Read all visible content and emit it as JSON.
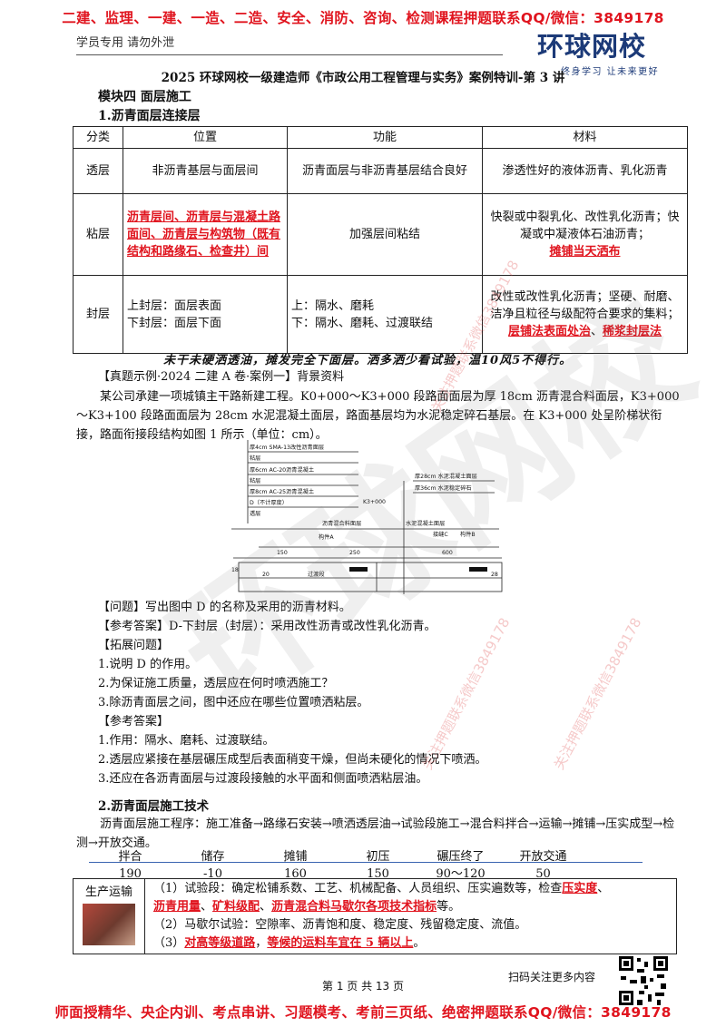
{
  "header": {
    "top_banner": "二建、监理、一建、一造、二造、安全、消防、咨询、检测课程押题联系QQ/微信：3849178",
    "student_note": "学员专用 请勿外泄",
    "logo_main": "环球网校",
    "logo_sub": "终身学习 让未来更好"
  },
  "doc_title": "2025 环球网校一级建造师《市政公用工程管理与实务》案例特训-第 3 讲",
  "module_title": "模块四 面层施工",
  "section1_title": "1.沥青面层连接层",
  "table": {
    "headers": [
      "分类",
      "位置",
      "功能",
      "材料"
    ],
    "row1": {
      "type": "透层",
      "position": "非沥青基层与面层间",
      "function": "沥青面层与非沥青基层结合良好",
      "material": "渗透性好的液体沥青、乳化沥青"
    },
    "row2": {
      "type": "粘层",
      "position": "沥青层间、沥青层与混凝土路面间、沥青层与构筑物（既有结构和路缘石、检查井）间",
      "function": "加强层间粘结",
      "material_a": "快裂或中裂乳化、改性乳化沥青；快凝或中凝液体石油沥青；",
      "material_b": "摊铺当天洒布"
    },
    "row3": {
      "type": "封层",
      "position_a": "上封层：面层表面",
      "position_b": "下封层：面层下面",
      "function_a": "上：隔水、磨耗",
      "function_b": "下：隔水、磨耗、过渡联结",
      "material_a": "改性或改性乳化沥青；坚硬、耐磨、洁净且粒径与级配符合要求的集料；",
      "material_b": "层铺法表面处治",
      "material_sep": "、",
      "material_c": "稀浆封层法"
    }
  },
  "handwritten_note": "未干未硬洒透油，摊发完全下面层。洒多洒少看试验，温10风5不得行。",
  "example": {
    "label": "【真题示例·2024 二建 A 卷·案例一】背景资料",
    "para1": "某公司承建一项城镇主干路新建工程。K0+000～K3+000 段路面面层为厚 18cm 沥青混合料面层，K3+000～K3+100 段路面面层为 28cm 水泥混凝土面层，路面基层均为水泥稳定碎石基层。在 K3+000 处呈阶梯状衔接，路面衔接段结构如图 1 所示（单位：cm）。"
  },
  "figure": {
    "layers_left": [
      "厚4cm SMA-13改性沥青面层",
      "粘层",
      "厚6cm AC-20沥青混凝土",
      "粘层",
      "厚8cm AC-25沥青混凝土",
      "D（不计厚度）",
      "透层"
    ],
    "layers_right": [
      "厚28cm 水泥混凝土面层",
      "厚36cm 水泥稳定碎石"
    ],
    "station": "K3+000",
    "label_asphalt": "沥青混合料面层",
    "label_concrete": "水泥混凝土面层",
    "comp_a": "构件A",
    "comp_b": "构件B",
    "joint_c": "接缝C",
    "dim_150": "150",
    "dim_250": "250",
    "dim_600": "600",
    "dim_18": "18",
    "dim_28": "28",
    "dim_20": "20",
    "transition": "过渡段"
  },
  "qa": {
    "question": "【问题】写出图中 D 的名称及采用的沥青材料。",
    "answer": "【参考答案】D-下封层（封层）：采用改性沥青或改性乳化沥青。",
    "ext_label": "【拓展问题】",
    "ext1": "1.说明 D 的作用。",
    "ext2": "2.为保证施工质量，透层应在何时喷洒施工？",
    "ext3": "3.除沥青面层之间，图中还应在哪些位置喷洒粘层。",
    "ans_label": "【参考答案】",
    "ans1": "1.作用：隔水、磨耗、过渡联结。",
    "ans2": "2.透层应紧接在基层碾压成型后表面稍变干燥，但尚未硬化的情况下喷洒。",
    "ans3": "3.还应在各沥青面层与过渡段接触的水平面和侧面喷洒粘层油。"
  },
  "section2": {
    "title": "2.沥青面层施工技术",
    "process": "沥青面层施工程序：施工准备→路缘石安装→喷洒透层油→试验段施工→混合料拌合→运输→摊铺→压实成型→检测→开放交通。",
    "stages": [
      "拌合",
      "储存",
      "摊铺",
      "初压",
      "碾压终了",
      "开放交通"
    ],
    "temps": [
      "190",
      "-10",
      "160",
      "150",
      "90～120",
      "50"
    ]
  },
  "box": {
    "label": "生产运输",
    "l1_a": "（1）试验段：确定松铺系数、工艺、机械配备、人员组织、压实遍数等，检查",
    "l1_b": "压实度",
    "l1_sep": "、",
    "l2_a": "沥青用量",
    "l2_sep1": "、",
    "l2_b": "矿料级配",
    "l2_sep2": "、",
    "l2_c": "沥青混合料马歇尔各项技术指标",
    "l2_end": "等。",
    "l3": "（2）马歇尔试验：空隙率、沥青饱和度、稳定度、残留稳定度、流值。",
    "l4_pre": "（3）",
    "l4_a": "对高等级道路",
    "l4_sep": "，",
    "l4_b": "等候的运料车宜在 5 辆以上",
    "l4_end": "。"
  },
  "footer": {
    "page": "第 1 页 共 13 页",
    "scan": "扫码关注更多内容",
    "bottom_banner": "师面授精华、央企内训、考点串讲、习题模考、考前三页纸、绝密押题联系QQ/微信：3849178"
  },
  "watermark": "关注押题联系微信3849178"
}
